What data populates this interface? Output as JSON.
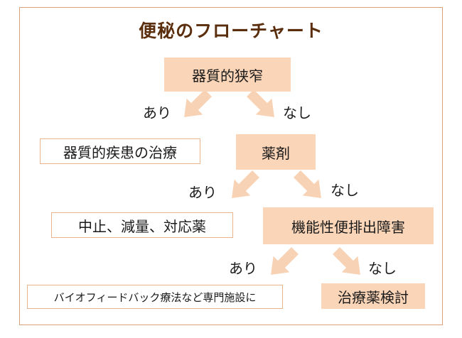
{
  "title": "便秘のフローチャート",
  "nodes": {
    "organic_stenosis": "器質的狭窄",
    "organic_treatment": "器質的疾患の治療",
    "drug": "薬剤",
    "stop_drug": "中止、減量、対応薬",
    "functional": "機能性便排出障害",
    "biofeedback": "バイオフィードバック療法など専門施設に",
    "drug_review": "治療薬検討"
  },
  "edges": {
    "yes": "あり",
    "no": "なし"
  },
  "colors": {
    "filled_box": "#fbd5b7",
    "outline": "#e8b48f",
    "arrow": "#f8d2b4",
    "title": "#5a2d0c"
  }
}
